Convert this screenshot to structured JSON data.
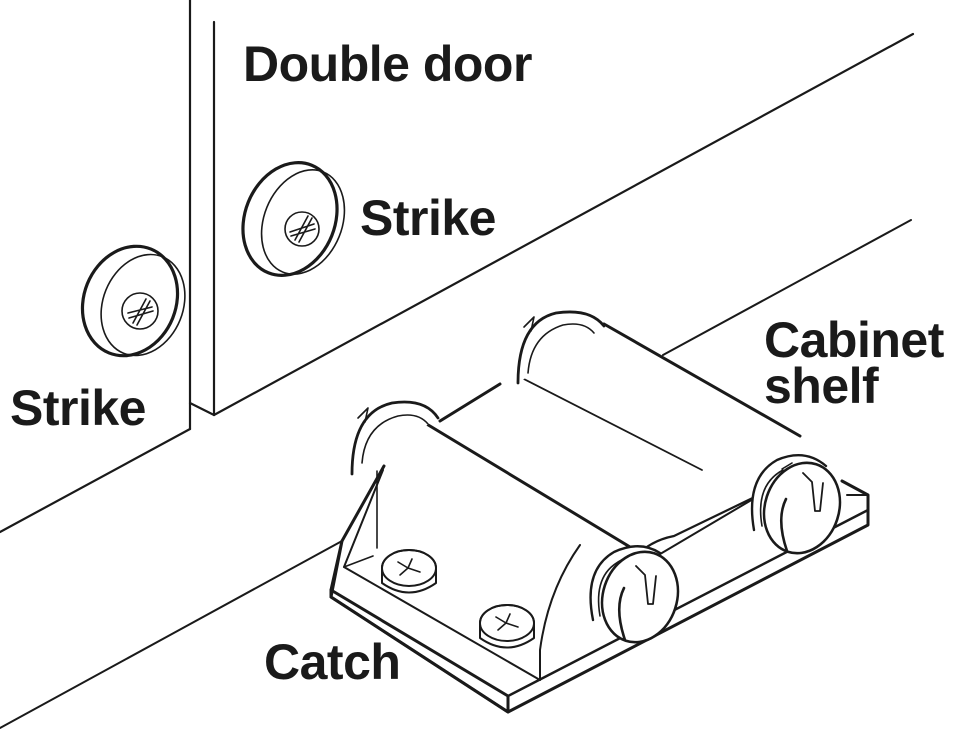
{
  "figure": {
    "line_color": "#1a1a1a",
    "background": "#ffffff"
  },
  "labels": {
    "double_door": "Double door",
    "strike_right": "Strike",
    "strike_left": "Strike",
    "cabinet_shelf_line1": "Cabinet",
    "cabinet_shelf_line2": "shelf",
    "catch": "Catch"
  },
  "parts": [
    {
      "name": "left-door",
      "icon": "door-panel"
    },
    {
      "name": "right-door",
      "icon": "door-panel"
    },
    {
      "name": "strike-left",
      "icon": "round-strike-plate"
    },
    {
      "name": "strike-right",
      "icon": "round-strike-plate"
    },
    {
      "name": "cabinet-shelf",
      "icon": "shelf-plane"
    },
    {
      "name": "double-roller-catch",
      "icon": "roller-catch"
    }
  ]
}
